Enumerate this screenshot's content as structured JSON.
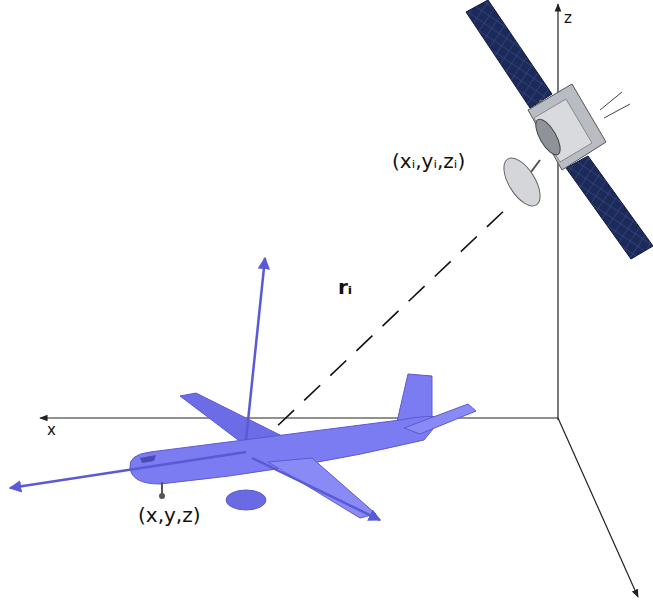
{
  "diagram": {
    "labels": [
      "z",
      "x",
      "(xᵢ,yᵢ,zᵢ)",
      "rᵢ",
      "(x,y,z)"
    ]
  }
}
